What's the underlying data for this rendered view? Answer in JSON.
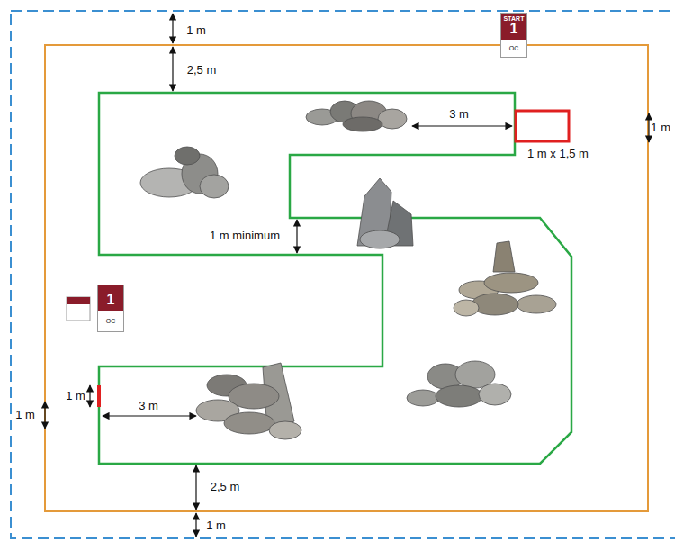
{
  "diagram": {
    "nodes": [
      {
        "text": [
          "START",
          "1",
          "OC"
        ]
      },
      {
        "text": [
          "1",
          "OC"
        ]
      }
    ],
    "labels": [
      "1 m",
      "2,5 m",
      "3 m",
      "1 m",
      "1 m x 1,5 m",
      "1 m minimum",
      "1 m",
      "1 m",
      "3 m",
      "2,5 m",
      "1 m"
    ]
  }
}
